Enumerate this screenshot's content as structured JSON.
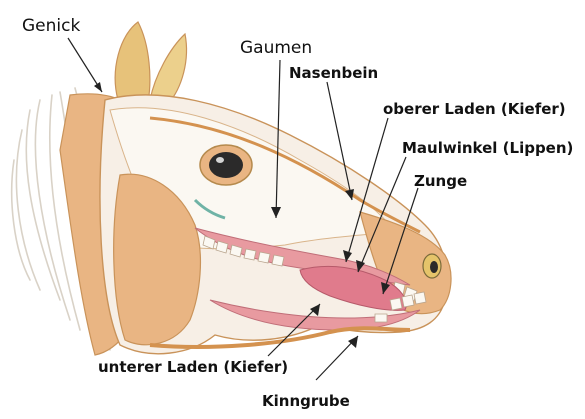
{
  "labels": {
    "poll": "Genick",
    "palate": "Gaumen",
    "nasal_bone": "Nasenbein",
    "upper_bars": "oberer Laden (Kiefer)",
    "mouth_corner": "Maulwinkel (Lippen)",
    "tongue": "Zunge",
    "lower_bars": "unterer Laden (Kiefer)",
    "chin_groove": "Kinngrube"
  },
  "colors": {
    "outline": "#c9935a",
    "flesh": "#e9b583",
    "flesh_dark": "#d4924f",
    "skin": "#f7efe6",
    "bone": "#fbf8f2",
    "gum": "#e89aa0",
    "tongue": "#e07b8c",
    "mane": "#d9d2c7",
    "eye": "#2b2a2a",
    "eye_ring": "#b58a4d",
    "leader": "#222222",
    "teal": "#6fb3a6"
  }
}
